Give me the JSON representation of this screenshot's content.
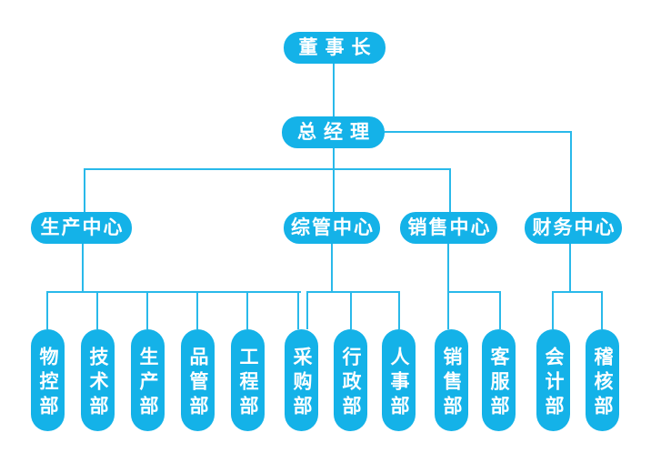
{
  "colors": {
    "accent": "#14b2e8",
    "line": "#29b9ea",
    "background": "#ffffff",
    "text": "#ffffff"
  },
  "org_chart": {
    "type": "org-tree",
    "level1": {
      "label": "董事长"
    },
    "level2": {
      "label": "总经理"
    },
    "centers": [
      {
        "label": "生产中心"
      },
      {
        "label": "综管中心"
      },
      {
        "label": "销售中心"
      },
      {
        "label": "财务中心"
      }
    ],
    "departments": [
      {
        "label": "物控部"
      },
      {
        "label": "技术部"
      },
      {
        "label": "生产部"
      },
      {
        "label": "品管部"
      },
      {
        "label": "工程部"
      },
      {
        "label": "采购部"
      },
      {
        "label": "行政部"
      },
      {
        "label": "人事部"
      },
      {
        "label": "销售部"
      },
      {
        "label": "客服部"
      },
      {
        "label": "会计部"
      },
      {
        "label": "稽核部"
      }
    ]
  }
}
